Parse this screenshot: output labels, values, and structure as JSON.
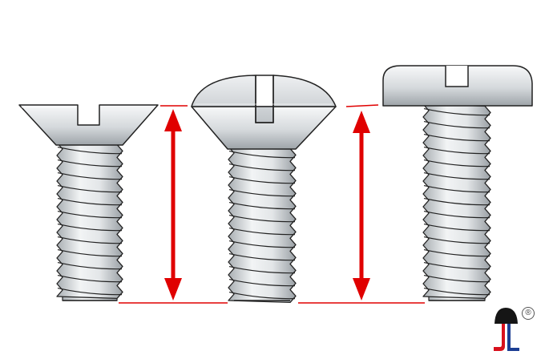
{
  "figure": {
    "screws": [
      {
        "head": "flat-countersunk"
      },
      {
        "head": "oval-countersunk"
      },
      {
        "head": "pan"
      }
    ],
    "measurement": "screw-length",
    "colors": {
      "arrow": "#e00000",
      "steel_light": "#f4f5f6",
      "steel_mid": "#c9cdd1",
      "steel_dark": "#8e9499",
      "outline": "#222222",
      "logo_red": "#d8101c",
      "logo_blue": "#1c3e93",
      "logo_dark": "#151515"
    }
  },
  "logo": {
    "letters": "JL",
    "registered_mark": "®"
  }
}
